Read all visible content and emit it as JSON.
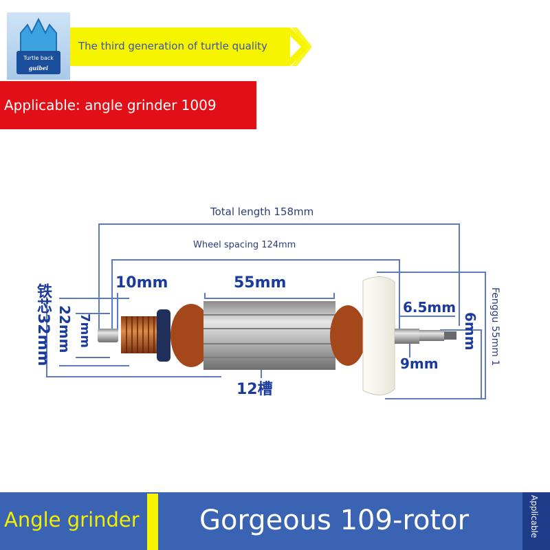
{
  "logo": {
    "text_line1": "Turtle back",
    "text_line2": "guibei"
  },
  "tagline": "The third generation of turtle quality",
  "applicable_banner": "Applicable: angle grinder 1009",
  "dimensions": {
    "total_length": "Total length 158mm",
    "wheel_spacing": "Wheel spacing 124mm",
    "shaft_end": "10mm",
    "core_length": "55mm",
    "shaft_tip": "6.5mm",
    "bearing": "9mm",
    "thread": "6mm",
    "slots": "12槽",
    "core_diameter": "铁芯32mm",
    "commutator_diameter": "22mm",
    "shaft_diameter": "7mm",
    "fan": "Fenggu 55mm 1"
  },
  "footer": {
    "left_label": "Angle grinder",
    "right_label": "Gorgeous 109-rotor",
    "side_label": "Applicable"
  },
  "colors": {
    "banner_yellow": "#f7f400",
    "banner_red": "#e30f16",
    "dimension_blue": "#1a3a9c",
    "footer_blue": "#3b63b4"
  }
}
